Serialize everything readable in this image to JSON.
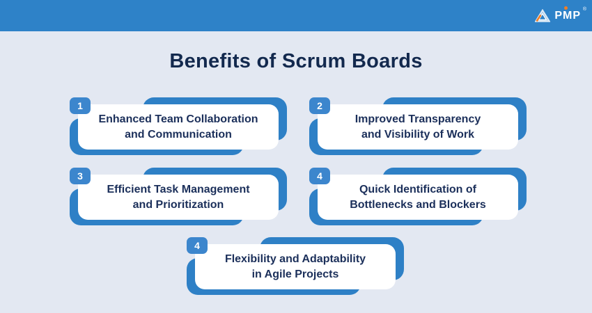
{
  "header": {
    "logo": {
      "text": "PMP",
      "reg": "®"
    }
  },
  "title": "Benefits of Scrum Boards",
  "colors": {
    "header_blue": "#2e82c8",
    "shape_blue": "#2e80c6",
    "badge_blue": "#3c86cd",
    "background": "#e3e8f2",
    "title_navy": "#13294e",
    "card_text_navy": "#1b2f5a",
    "card_white": "#ffffff",
    "logo_orange": "#f07e26"
  },
  "cards": [
    {
      "number": "1",
      "line1": "Enhanced Team Collaboration",
      "line2": "and Communication"
    },
    {
      "number": "2",
      "line1": "Improved Transparency",
      "line2": "and Visibility of Work"
    },
    {
      "number": "3",
      "line1": "Efficient Task Management",
      "line2": "and Prioritization"
    },
    {
      "number": "4",
      "line1": "Quick Identification of",
      "line2": "Bottlenecks and Blockers"
    },
    {
      "number": "4",
      "line1": "Flexibility and Adaptability",
      "line2": "in Agile Projects"
    }
  ]
}
